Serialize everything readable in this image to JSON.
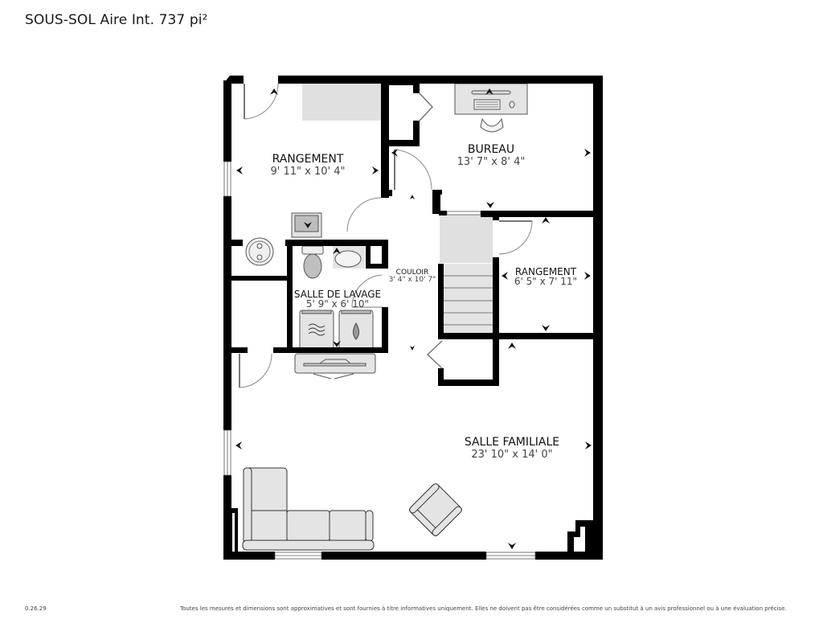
{
  "header": {
    "title": "SOUS-SOL Aire Int. 737 pi²"
  },
  "footer": {
    "version": "0.26.29",
    "disclaimer": "Toutes les mesures et dimensions sont approximatives et sont fournies à titre informatives uniquement. Elles ne doivent pas être considérées comme un substitut à un avis professionnel ou à une évaluation précise."
  },
  "rooms": [
    {
      "id": "rangement-1",
      "name": "RANGEMENT",
      "dimensions": "9' 11\" x 10' 4\""
    },
    {
      "id": "bureau",
      "name": "BUREAU",
      "dimensions": "13' 7\" x 8' 4\""
    },
    {
      "id": "couloir",
      "name": "COULOIR",
      "dimensions": "3' 4\" x 10' 7\""
    },
    {
      "id": "rangement-2",
      "name": "RANGEMENT",
      "dimensions": "6' 5\" x 7' 11\""
    },
    {
      "id": "salle-de-lavage",
      "name": "SALLE DE LAVAGE",
      "dimensions": "5' 9\" x 6' 10\""
    },
    {
      "id": "salle-familiale",
      "name": "SALLE FAMILIALE",
      "dimensions": "23' 10\" x 14' 0\""
    }
  ],
  "colors": {
    "wall": "#000000",
    "furniture_fill": "#e4e4e4",
    "furniture_stroke": "#333333",
    "door_arc": "#888888",
    "window": "#ffffff"
  }
}
